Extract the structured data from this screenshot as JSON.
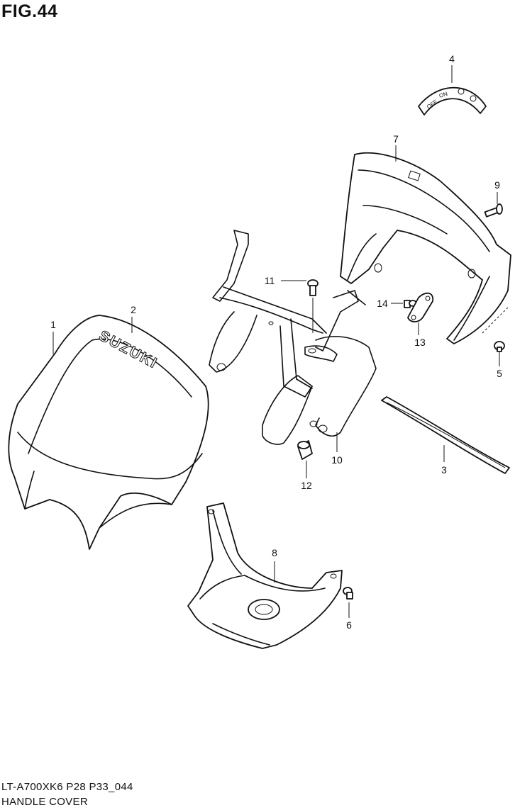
{
  "figure": {
    "title": "FIG.44",
    "model_code": "LT-A700XK6 P28 P33_044",
    "caption": "HANDLE COVER"
  },
  "brand_mark": "SUZUKI",
  "switch_plate_labels": [
    "OFF",
    "ON"
  ],
  "callouts": [
    {
      "id": "1",
      "label": "1"
    },
    {
      "id": "2",
      "label": "2"
    },
    {
      "id": "3",
      "label": "3"
    },
    {
      "id": "4",
      "label": "4"
    },
    {
      "id": "5",
      "label": "5"
    },
    {
      "id": "6",
      "label": "6"
    },
    {
      "id": "7",
      "label": "7"
    },
    {
      "id": "8",
      "label": "8"
    },
    {
      "id": "9",
      "label": "9"
    },
    {
      "id": "10",
      "label": "10"
    },
    {
      "id": "11",
      "label": "11"
    },
    {
      "id": "12",
      "label": "12"
    },
    {
      "id": "13",
      "label": "13"
    },
    {
      "id": "14",
      "label": "14"
    }
  ]
}
